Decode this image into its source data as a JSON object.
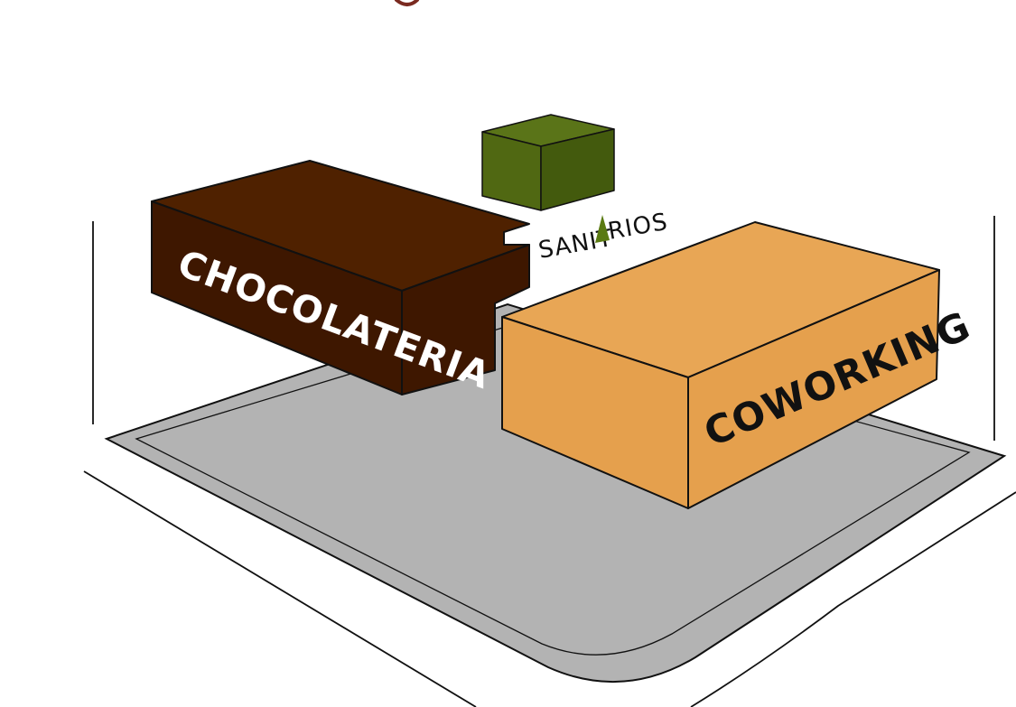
{
  "buildings": {
    "chocolateria": {
      "label": "CHOCOLATERIA"
    },
    "sanitarios": {
      "label_left": "SANIT",
      "label_right": "RIOS"
    },
    "coworking": {
      "label": "COWORKING"
    }
  },
  "colors": {
    "background": "#ffffff",
    "chocolateria_top": "#4f2100",
    "chocolateria_side": "#3e1700",
    "sanitarios_front": "#506812",
    "sanitarios_top": "#5a7418",
    "sanitarios_side": "#435a0d",
    "sanitarios_tree": "#5a7a12",
    "coworking_face": "#e5a04d",
    "coworking_top": "#e8a655",
    "plaza_fill": "#b3b3b3",
    "outline": "#111111",
    "title_fragment": "#7a2a20"
  }
}
